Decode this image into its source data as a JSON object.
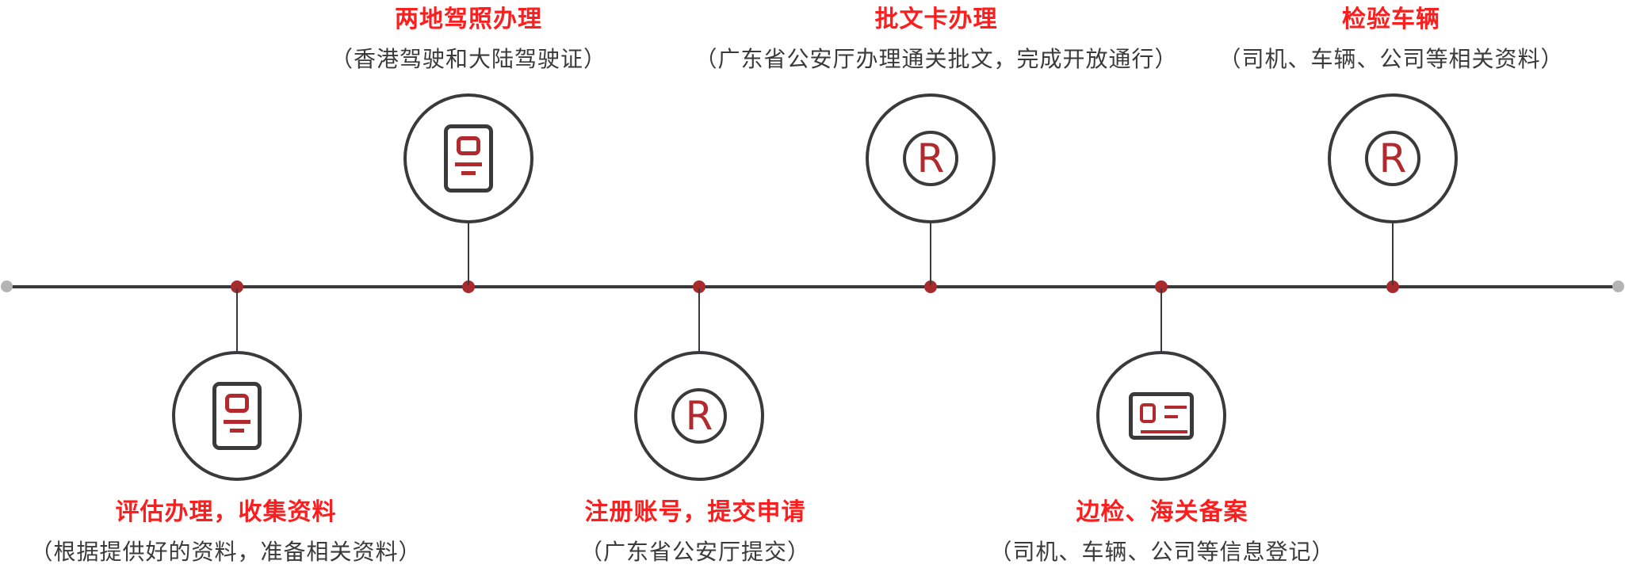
{
  "diagram": {
    "kind": "process-timeline",
    "background": "#ffffff"
  },
  "colors": {
    "timeline_stroke": "#3a3a3c",
    "title_red": "#fa1e1e",
    "icon_red": "#b22a2e",
    "node_dot_red": "#a82a2c",
    "subtitle_gray": "#3a3a3a",
    "endpoint_gray": "#b4b4b4"
  },
  "timeline": {
    "stations": [
      {
        "id": "assess-collect-docs",
        "row": "bottom",
        "title": "评估办理，收集资料",
        "subtitle": "（根据提供好的资料，准备相关资料）",
        "icon": "license-doc-icon"
      },
      {
        "id": "dual-license",
        "row": "top",
        "title": "两地驾照办理",
        "subtitle": "（香港驾驶和大陆驾驶证）",
        "icon": "license-doc-icon"
      },
      {
        "id": "register-submit",
        "row": "bottom",
        "title": "注册账号，提交申请",
        "subtitle": "（广东省公安厅提交）",
        "icon": "registered-badge-icon",
        "badge_letter": "R"
      },
      {
        "id": "approval-card",
        "row": "top",
        "title": "批文卡办理",
        "subtitle": "（广东省公安厅办理通关批文，完成开放通行）",
        "icon": "registered-badge-icon",
        "badge_letter": "R"
      },
      {
        "id": "border-customs-record",
        "row": "bottom",
        "title": "边检、海关备案",
        "subtitle": "（司机、车辆、公司等信息登记）",
        "icon": "id-card-icon"
      },
      {
        "id": "vehicle-inspection",
        "row": "top",
        "title": "检验车辆",
        "subtitle": "（司机、车辆、公司等相关资料）",
        "icon": "registered-badge-icon",
        "badge_letter": "R"
      }
    ]
  }
}
